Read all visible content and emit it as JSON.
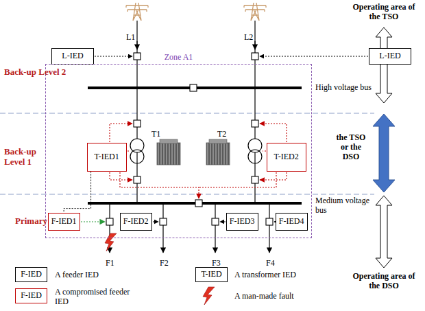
{
  "diagram": {
    "nodes": [
      {
        "text": [
          "L-IED"
        ]
      },
      {
        "text": [
          "L-IED"
        ]
      },
      {
        "text": [
          "Zone A1"
        ]
      },
      {
        "text": [
          "T-IED1"
        ],
        "in": 2
      },
      {
        "text": [
          "T-IED2"
        ],
        "in": 2
      },
      {
        "text": [
          "F-IED1"
        ],
        "in": 2
      },
      {
        "text": [
          "F-IED2"
        ],
        "in": 2
      },
      {
        "text": [
          "F-IED3"
        ],
        "in": 2
      },
      {
        "text": [
          "F-IED4"
        ],
        "in": 2
      },
      {
        "text": [
          "F-IED"
        ]
      },
      {
        "text": [
          "F-IED"
        ]
      },
      {
        "text": [
          "T-IED"
        ]
      }
    ],
    "edges": [
      {
        "from": 3,
        "to": 5,
        "arrow": "none"
      }
    ],
    "labels": [
      "L1",
      "L2",
      "Back-up Level 2",
      "Back-up Level 1",
      "Primary",
      "High voltage bus",
      "Medium voltage bus",
      "T1",
      "T2",
      "F1",
      "F2",
      "F3",
      "F4",
      "Operating area of the TSO",
      "the TSO or the DSO",
      "Operating area of the DSO"
    ],
    "legend": [
      {
        "text": "A feeder IED"
      },
      {
        "text": "A compromised feeder IED"
      },
      {
        "text": "A transformer IED"
      },
      {
        "text": "A man-made fault"
      }
    ]
  }
}
